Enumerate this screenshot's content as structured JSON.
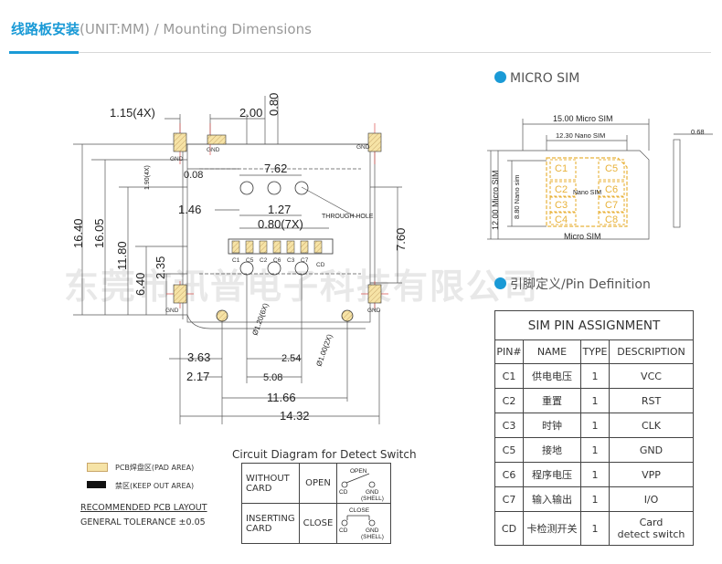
{
  "header": {
    "title_zh": "线路板安装",
    "unit": "(UNIT:MM)",
    "title_en": " / Mounting Dimensions"
  },
  "pcb": {
    "dims": {
      "d115": "1.15(4X)",
      "d200": "2.00",
      "d080": "0.80",
      "d190": "1.90(4X)",
      "d008": "0.08",
      "d762": "7.62",
      "d146": "1.46",
      "d127": "1.27",
      "d080x7": "0.80(7X)",
      "d1640": "16.40",
      "d1605": "16.05",
      "d1180": "11.80",
      "d640": "6.40",
      "d235": "2.35",
      "d760": "7.60",
      "d120": "Ø1.20(6X)",
      "d100": "Ø1.00(2X)",
      "d363": "3.63",
      "d254": "2.54",
      "d217": "2.17",
      "d508": "5.08",
      "d1166": "11.66",
      "d1432": "14.32"
    },
    "labels": {
      "gnd": "GND",
      "through_hole": "THROUGH HOLE"
    },
    "pins_top": [
      "C1",
      "C5",
      "C2",
      "C6",
      "C3",
      "C7",
      "CD"
    ]
  },
  "micro_sim": {
    "title": "MICRO SIM",
    "w_micro": "15.00 Micro SIM",
    "w_nano": "12.30 Nano SIM",
    "h_micro": "12.00 Micro SIM",
    "h_nano": "8.80 Nano sim",
    "thick": "0.68",
    "nano_label": "Nano SIM",
    "micro_label": "Micro SIM",
    "pads": [
      "C1",
      "C5",
      "C2",
      "C6",
      "C3",
      "C7",
      "C4",
      "C8"
    ]
  },
  "pin_def": {
    "section_title": "引脚定义/Pin Definition",
    "table_title": "SIM PIN ASSIGNMENT",
    "headers": [
      "PIN#",
      "NAME",
      "TYPE",
      "DESCRIPTION"
    ],
    "rows": [
      {
        "pin": "C1",
        "name": "供电电压",
        "type": "1",
        "desc": "VCC"
      },
      {
        "pin": "C2",
        "name": "重置",
        "type": "1",
        "desc": "RST"
      },
      {
        "pin": "C3",
        "name": "时钟",
        "type": "1",
        "desc": "CLK"
      },
      {
        "pin": "C5",
        "name": "接地",
        "type": "1",
        "desc": "GND"
      },
      {
        "pin": "C6",
        "name": "程序电压",
        "type": "1",
        "desc": "VPP"
      },
      {
        "pin": "C7",
        "name": "输入输出",
        "type": "1",
        "desc": "I/O"
      },
      {
        "pin": "CD",
        "name": "卡检测开关",
        "type": "1",
        "desc_line1": "Card",
        "desc_line2": "detect switch"
      }
    ]
  },
  "circuit": {
    "title": "Circuit Diagram for Detect Switch",
    "rows": [
      {
        "state_line1": "WITHOUT",
        "state_line2": "CARD",
        "mode": "OPEN",
        "sw_label": "OPEN"
      },
      {
        "state_line1": "INSERTING",
        "state_line2": "CARD",
        "mode": "CLOSE",
        "sw_label": "CLOSE"
      }
    ],
    "cd": "CD",
    "gnd_line1": "GND",
    "gnd_line2": "(SHELL)"
  },
  "legend": {
    "pad_area": "PCB焊盘区(PAD AREA)",
    "keep_out": "禁区(KEEP OUT AREA)",
    "recommended": "RECOMMENDED PCB LAYOUT",
    "tolerance": "GENERAL TOLERANCE ±0.05"
  },
  "watermark": "东莞市讯普电子科技有限公司",
  "colors": {
    "accent": "#1a9ad6",
    "pad": "#f6e3a6",
    "nano_gold": "#e8b23a",
    "hole_red": "#d9534f"
  }
}
